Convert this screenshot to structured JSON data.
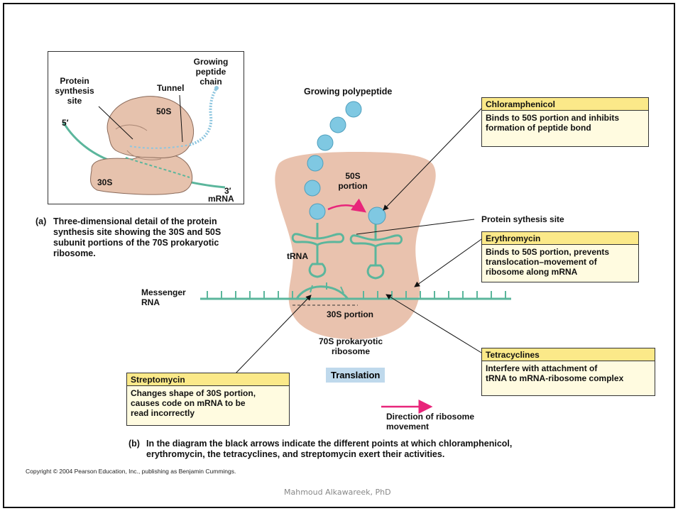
{
  "panel_a": {
    "labels": {
      "protein_synthesis_site": [
        "Protein",
        "synthesis",
        "site"
      ],
      "tunnel": "Tunnel",
      "growing_peptide_chain": [
        "Growing",
        "peptide",
        "chain"
      ],
      "five_prime": "5′",
      "three_prime": "3′",
      "subunit_50s": "50S",
      "subunit_30s": "30S",
      "mrna": "mRNA"
    },
    "caption_letter": "(a)",
    "caption": [
      "Three-dimensional detail of the protein",
      "synthesis site showing the 30S and 50S",
      "subunit portions of the 70S prokaryotic",
      "ribosome."
    ]
  },
  "panel_b": {
    "growing_polypeptide": "Growing polypeptide",
    "portion_50s": [
      "50S",
      "portion"
    ],
    "protein_synthesis_site": "Protein sythesis site",
    "trna": "tRNA",
    "messenger_rna": [
      "Messenger",
      "RNA"
    ],
    "portion_30s": "30S portion",
    "ribosome_70s": [
      "70S prokaryotic",
      "ribosome"
    ],
    "translation": "Translation",
    "direction_legend": [
      "Direction of ribosome",
      "movement"
    ],
    "caption_letter": "(b)",
    "caption": [
      "In the diagram the black arrows indicate the different points at which chloramphenicol,",
      "erythromycin, the tetracyclines, and streptomycin exert their activities."
    ]
  },
  "drugs": {
    "chloramphenicol": {
      "name": "Chloramphenicol",
      "lines": [
        "Binds to 50S portion and inhibits",
        "formation of peptide bond"
      ]
    },
    "erythromycin": {
      "name": "Erythromycin",
      "lines": [
        "Binds to 50S portion, prevents",
        "translocation–movement of",
        "ribosome along mRNA"
      ]
    },
    "tetracyclines": {
      "name": "Tetracyclines",
      "lines": [
        "Interfere with attachment of",
        "tRNA to mRNA-ribosome complex"
      ]
    },
    "streptomycin": {
      "name": "Streptomycin",
      "lines": [
        "Changes shape of 30S portion,",
        "causes code on mRNA to be",
        "read incorrectly"
      ]
    }
  },
  "copyright": "Copyright © 2004 Pearson Education, Inc., publishing as Benjamin Cummings.",
  "footer": "Mahmoud Alkawareek, PhD",
  "colors": {
    "ribosome": "#e9c2ae",
    "rna": "#5bb69c",
    "bead": "#7fc8e2",
    "direction_arrow": "#e8257a",
    "callout_fill": "#fffbe0",
    "callout_header": "#fbe989",
    "translation_box": "#bfd9ec"
  }
}
